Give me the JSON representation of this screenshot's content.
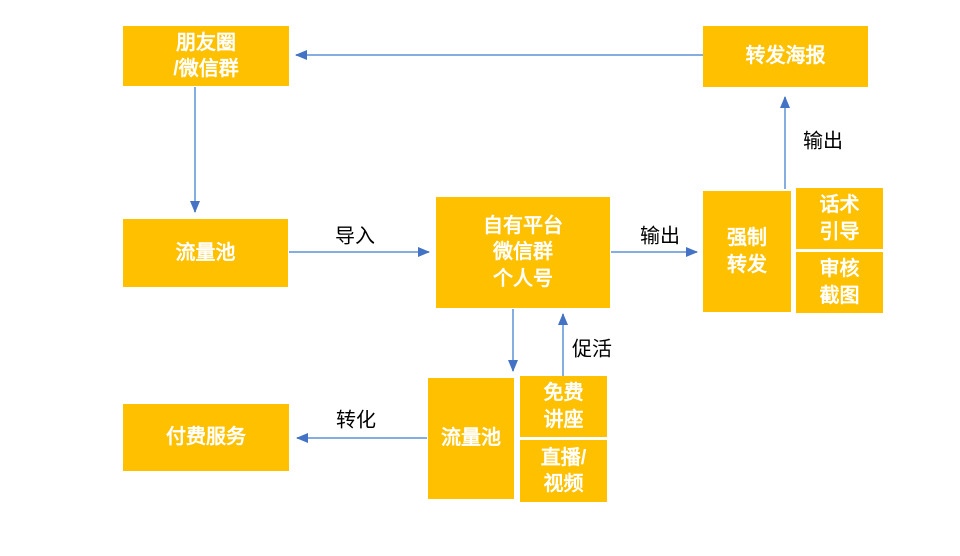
{
  "colors": {
    "box_fill": "#FFC000",
    "box_text": "#FFFFFF",
    "arrow_line": "#85ADDF",
    "arrow_head": "#4472C4",
    "label_text": "#000000",
    "background": "#FFFFFF"
  },
  "diagram": {
    "type": "flowchart",
    "nodes": [
      {
        "id": "moments-wechat-group",
        "label": "朋友圈\n/微信群"
      },
      {
        "id": "forward-poster",
        "label": "转发海报"
      },
      {
        "id": "traffic-pool-left",
        "label": "流量池"
      },
      {
        "id": "own-platform",
        "label": "自有平台\n微信群\n个人号"
      },
      {
        "id": "forced-forward",
        "label": "强制\n转发"
      },
      {
        "id": "script-guidance",
        "label": "话术\n引导"
      },
      {
        "id": "review-screenshot",
        "label": "审核\n截图"
      },
      {
        "id": "paid-service",
        "label": "付费服务"
      },
      {
        "id": "traffic-pool-bottom",
        "label": "流量池"
      },
      {
        "id": "free-lecture",
        "label": "免费\n讲座"
      },
      {
        "id": "live-video",
        "label": "直播/\n视频"
      }
    ],
    "edge_labels": [
      {
        "id": "import",
        "text": "导入"
      },
      {
        "id": "output-right",
        "text": "输出"
      },
      {
        "id": "output-up",
        "text": "输出"
      },
      {
        "id": "activate",
        "text": "促活"
      },
      {
        "id": "convert",
        "text": "转化"
      }
    ],
    "edges": [
      {
        "from": "forward-poster",
        "to": "moments-wechat-group",
        "label": ""
      },
      {
        "from": "moments-wechat-group",
        "to": "traffic-pool-left",
        "label": ""
      },
      {
        "from": "traffic-pool-left",
        "to": "own-platform",
        "label": "导入"
      },
      {
        "from": "own-platform",
        "to": "forced-forward",
        "label": "输出"
      },
      {
        "from": "forced-forward",
        "to": "forward-poster",
        "label": "输出"
      },
      {
        "from": "own-platform",
        "to": "traffic-pool-bottom",
        "label": ""
      },
      {
        "from": "free-lecture",
        "to": "own-platform",
        "label": "促活"
      },
      {
        "from": "traffic-pool-bottom",
        "to": "paid-service",
        "label": "转化"
      }
    ]
  }
}
